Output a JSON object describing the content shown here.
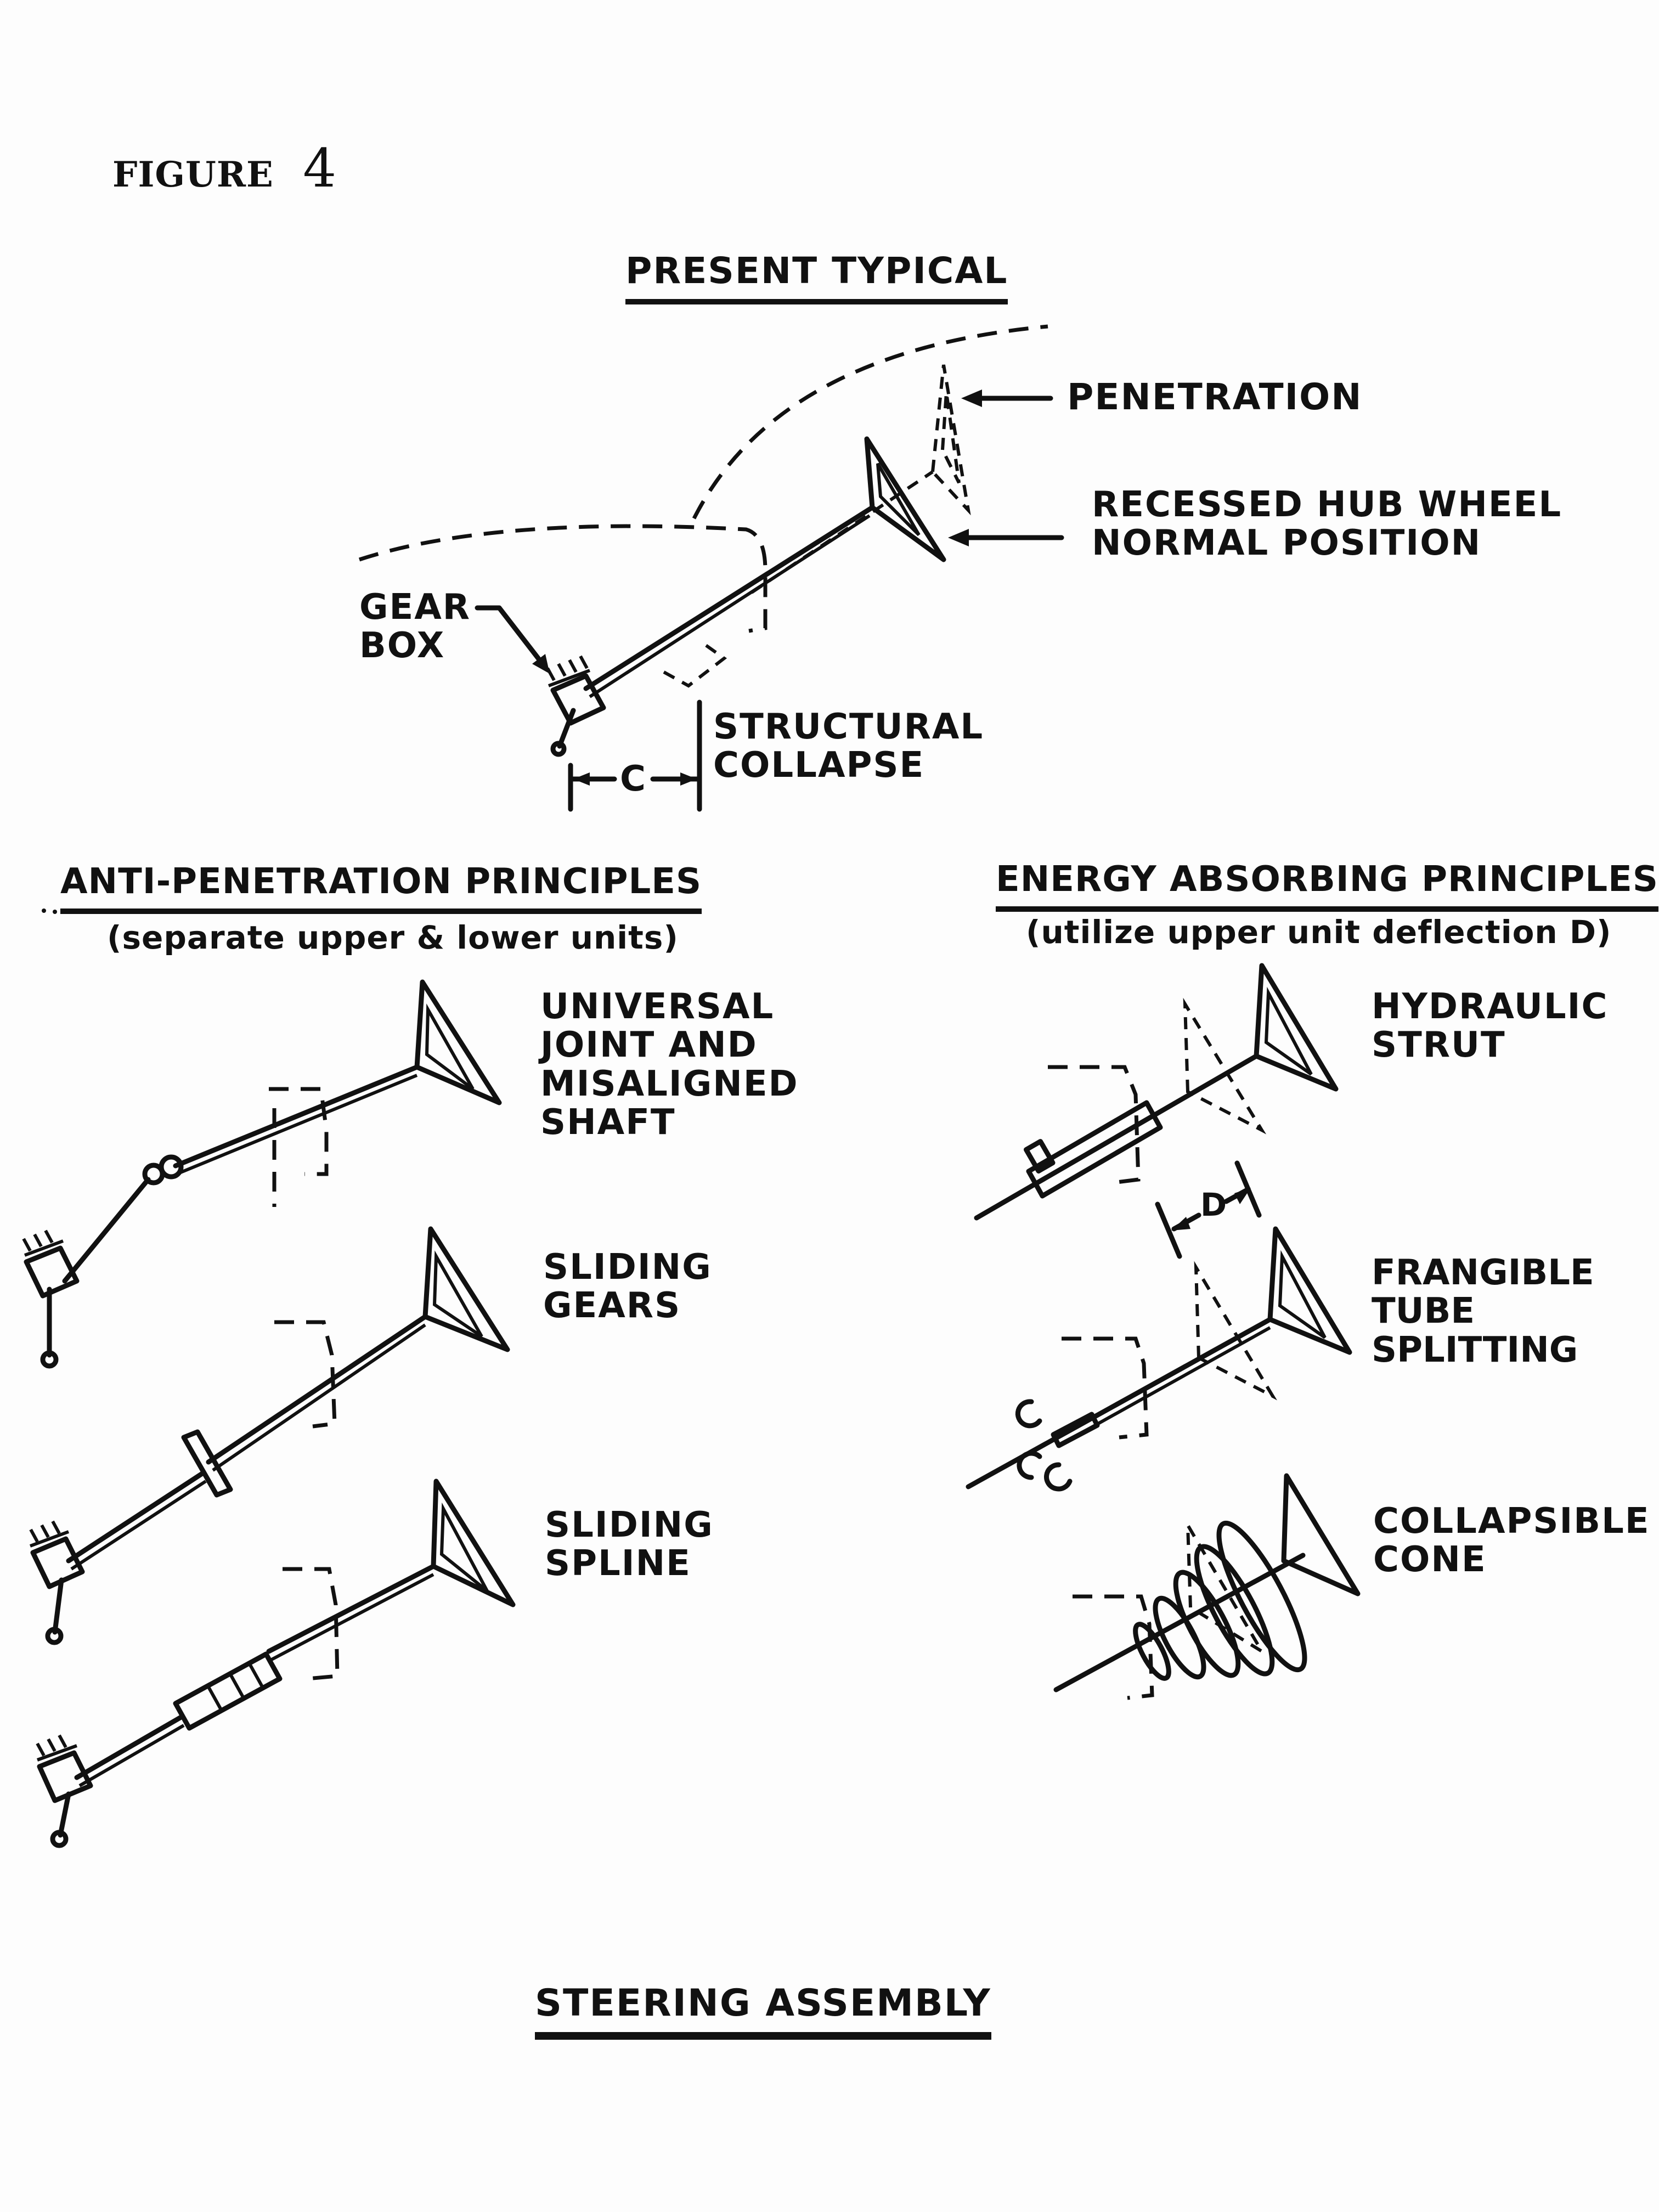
{
  "figure": {
    "label": "FIGURE",
    "number": "4"
  },
  "present": {
    "heading": "PRESENT TYPICAL",
    "penetration": "PENETRATION",
    "recessed_1": "RECESSED HUB WHEEL",
    "recessed_2": "NORMAL POSITION",
    "gear_1": "GEAR",
    "gear_2": "BOX",
    "structural_1": "STRUCTURAL",
    "structural_2": "COLLAPSE",
    "dim_c": "C"
  },
  "anti": {
    "heading": "ANTI-PENETRATION PRINCIPLES",
    "subheading": "(separate upper & lower units)",
    "universal_1": "UNIVERSAL",
    "universal_2": "JOINT AND",
    "universal_3": "MISALIGNED",
    "universal_4": "SHAFT",
    "gears_1": "SLIDING",
    "gears_2": "GEARS",
    "spline_1": "SLIDING",
    "spline_2": "SPLINE"
  },
  "energy": {
    "heading": "ENERGY ABSORBING PRINCIPLES",
    "subheading": "(utilize upper unit deflection D)",
    "hydraulic_1": "HYDRAULIC",
    "hydraulic_2": "STRUT",
    "frangible_1": "FRANGIBLE",
    "frangible_2": "TUBE SPLITTING",
    "cone_1": "COLLAPSIBLE",
    "cone_2": "CONE",
    "dim_d": "D"
  },
  "caption": "STEERING ASSEMBLY"
}
